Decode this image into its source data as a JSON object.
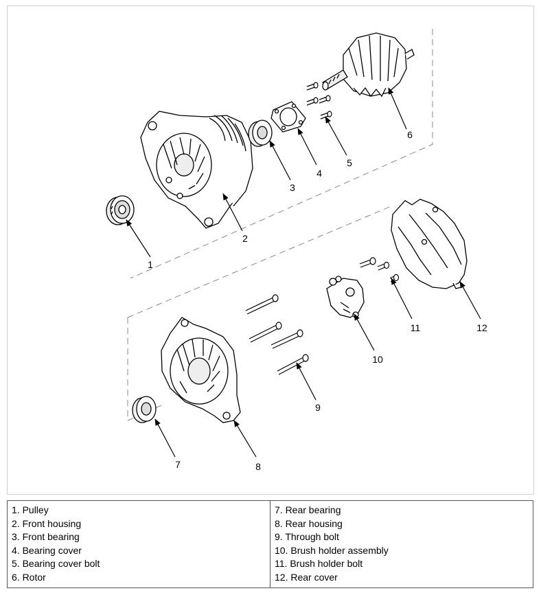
{
  "figure": {
    "callouts": [
      "1",
      "2",
      "3",
      "4",
      "5",
      "6",
      "7",
      "8",
      "9",
      "10",
      "11",
      "12"
    ]
  },
  "legend": {
    "left": [
      "1. Pulley",
      "2. Front housing",
      "3. Front bearing",
      "4. Bearing cover",
      "5. Bearing cover bolt",
      "6. Rotor"
    ],
    "right": [
      "7. Rear bearing",
      "8. Rear housing",
      "9. Through bolt",
      "10. Brush holder assembly",
      "11. Brush holder bolt",
      "12. Rear cover"
    ]
  }
}
